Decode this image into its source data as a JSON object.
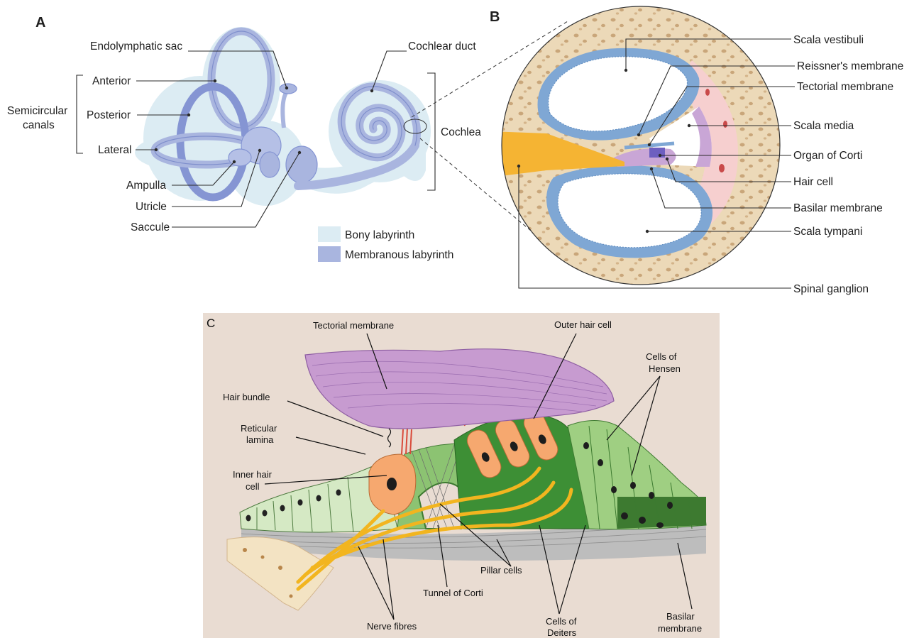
{
  "panel_a": {
    "letter": "A",
    "labels": {
      "endolymphatic_sac": "Endolymphatic sac",
      "cochlear_duct": "Cochlear duct",
      "semicircular_line1": "Semicircular",
      "semicircular_line2": "canals",
      "anterior": "Anterior",
      "posterior": "Posterior",
      "lateral": "Lateral",
      "cochlea": "Cochlea",
      "ampulla": "Ampulla",
      "utricle": "Utricle",
      "saccule": "Saccule"
    },
    "legend": [
      {
        "label": "Bony labyrinth",
        "color": "#dcecf3"
      },
      {
        "label": "Membranous labyrinth",
        "color": "#a9b5df"
      }
    ]
  },
  "panel_b": {
    "letter": "B",
    "labels": {
      "scala_vestibuli": "Scala vestibuli",
      "reissners_membrane": "Reissner's membrane",
      "tectorial_membrane": "Tectorial membrane",
      "scala_media": "Scala media",
      "organ_of_corti": "Organ of Corti",
      "hair_cell": "Hair cell",
      "basilar_membrane": "Basilar membrane",
      "scala_tympani": "Scala tympani",
      "spinal_ganglion": "Spinal ganglion"
    }
  },
  "panel_c": {
    "letter": "C",
    "labels": {
      "tectorial_membrane": "Tectorial membrane",
      "outer_hair_cell": "Outer hair cell",
      "cells_of_hensen_1": "Cells of",
      "cells_of_hensen_2": "Hensen",
      "hair_bundle": "Hair bundle",
      "reticular_lamina_1": "Reticular",
      "reticular_lamina_2": "lamina",
      "inner_hair_cell_1": "Inner hair",
      "inner_hair_cell_2": "cell",
      "pillar_cells": "Pillar cells",
      "tunnel_of_corti": "Tunnel of Corti",
      "nerve_fibres": "Nerve fibres",
      "cells_of_deiters_1": "Cells of",
      "cells_of_deiters_2": "Deiters",
      "basilar_membrane_1": "Basilar",
      "basilar_membrane_2": "membrane"
    }
  },
  "colors": {
    "bony_labyrinth": "#dcecf3",
    "membranous_labyrinth": "#a9b5df",
    "membranous_dark": "#7f8fcc",
    "bone": "#ecd9b8",
    "bone_spot": "#c9a67a",
    "scala_wall": "#7fa7d4",
    "scala_fill": "#ffffff",
    "ganglion": "#f5b433",
    "pink_tissue": "#f6cfcf",
    "purple_tissue": "#c9a6d6",
    "panel_c_bg": "#e9dcd2",
    "tectorial": "#c79bd0",
    "supporting_light": "#d5e9c4",
    "supporting_mid": "#9fcf82",
    "supporting_dark": "#3d8f35",
    "hair_cell": "#f6a86f",
    "nerve": "#f2b51f"
  }
}
